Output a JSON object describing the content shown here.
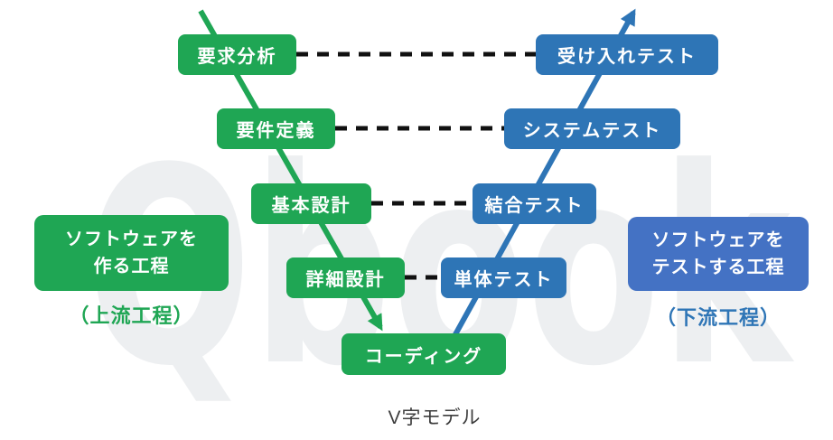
{
  "watermark": "Qbook",
  "caption": "V字モデル",
  "colors": {
    "green": "#1fa654",
    "blue": "#2e75b6",
    "label_box_blue": "#4472c4",
    "dash_black": "#111111",
    "caption_gray": "#3d3d3d",
    "watermark_gray": "#edeff1"
  },
  "development_phases": [
    {
      "label": "要求分析"
    },
    {
      "label": "要件定義"
    },
    {
      "label": "基本設計"
    },
    {
      "label": "詳細設計"
    },
    {
      "label": "コーディング"
    }
  ],
  "testing_phases": [
    {
      "label": "受け入れテスト"
    },
    {
      "label": "システムテスト"
    },
    {
      "label": "結合テスト"
    },
    {
      "label": "単体テスト"
    }
  ],
  "left_annotation": {
    "box_line1": "ソフトウェアを",
    "box_line2": "作る工程",
    "caption": "（上流工程）"
  },
  "right_annotation": {
    "box_line1": "ソフトウェアを",
    "box_line2": "テストする工程",
    "caption": "（下流工程）"
  }
}
